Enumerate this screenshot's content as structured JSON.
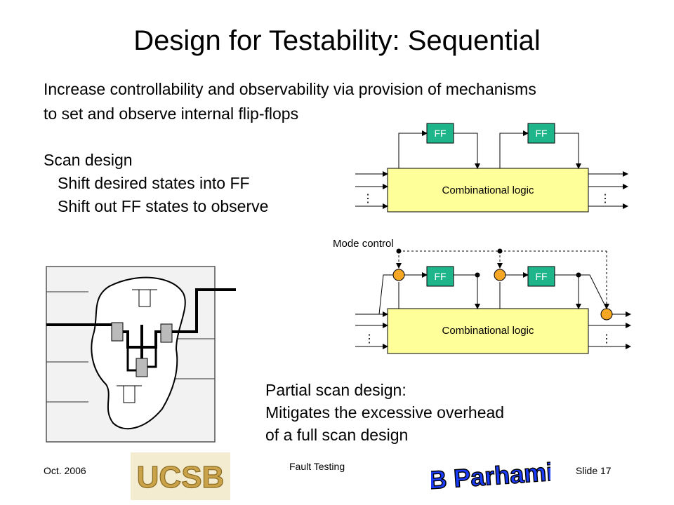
{
  "title": "Design for Testability: Sequential",
  "intro": {
    "line1": "Increase controllability and observability via provision of mechanisms",
    "line2": "to set and observe internal flip-flops"
  },
  "scan": {
    "heading": "Scan design",
    "items": [
      "Shift desired states into FF",
      "Shift out FF states to observe"
    ]
  },
  "partial": {
    "lines": [
      "Partial scan design:",
      "Mitigates the excessive overhead",
      "of a full scan design"
    ]
  },
  "diagram_top": {
    "ff_label": "FF",
    "logic_label": "Combinational logic",
    "ellipsis": "⋮"
  },
  "diagram_bottom": {
    "mode_label": "Mode control",
    "ff_label": "FF",
    "logic_label": "Combinational logic",
    "ellipsis": "⋮"
  },
  "footer": {
    "date": "Oct. 2006",
    "center": "Fault Testing",
    "slide": "Slide 17"
  },
  "logos": {
    "ucsb": "UCSB",
    "author": "B Parhami"
  },
  "colors": {
    "ff_fill": "#1fb58a",
    "logic_fill": "#ffff99",
    "mux_fill": "#f5a623",
    "ucsb_fill": "#c9a24a"
  }
}
